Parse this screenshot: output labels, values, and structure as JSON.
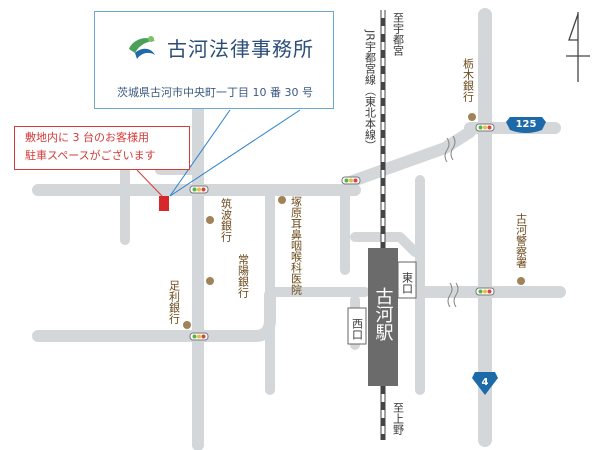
{
  "office": {
    "name": "古河法律事務所",
    "address": "茨城県古河市中央町一丁目 10 番 30 号",
    "logo_icon": "leaf-swirl-logo-icon"
  },
  "parking_note": {
    "line1": "敷地内に 3 台のお客様用",
    "line2": "駐車スペースがございます"
  },
  "rail": {
    "line_name": "JR宇都宮線（東北本線）",
    "to_north": "至宇都宮",
    "to_south": "至上野",
    "station": "古河駅",
    "east_exit": "東口",
    "west_exit": "西口"
  },
  "landmarks": {
    "tsukuba_bank": "筑波銀行",
    "joyo_bank": "常陽銀行",
    "ashikaga_bank": "足利銀行",
    "tochigi_bank": "栃木銀行",
    "tsukahara_ent": "塚原耳鼻咽喉科医院",
    "police": "古河警察署"
  },
  "routes": {
    "r125": "125",
    "r4": "4"
  },
  "colors": {
    "road": "#d3d7da",
    "station": "#6b6b6b",
    "landmark": "#a08358",
    "shield": "#1d6aa8",
    "marker": "#d62828",
    "callout": "#d43a3a"
  }
}
